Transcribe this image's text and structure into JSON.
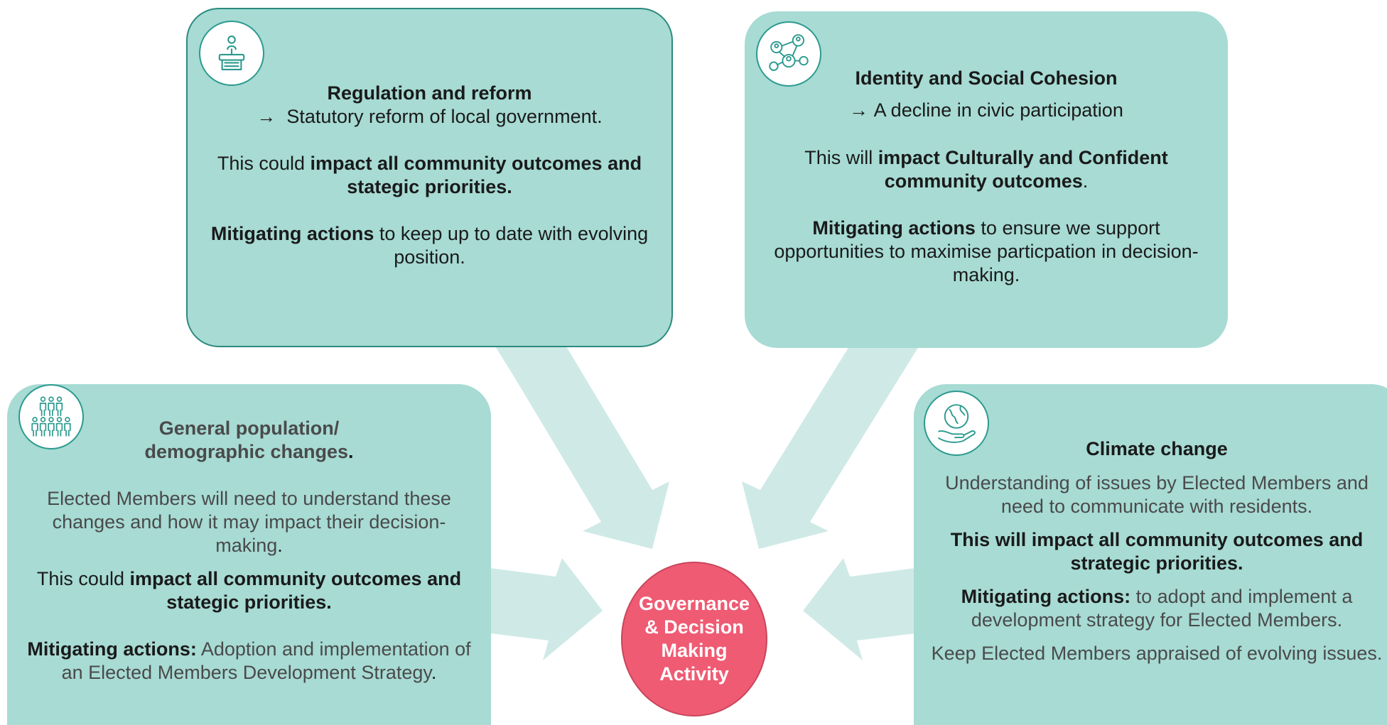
{
  "hub": {
    "label": "Governance & Decision Making Activity"
  },
  "boxes": {
    "regulation": {
      "title": "Regulation and reform",
      "arrow": "→",
      "subtitle": "Statutory reform of local government.",
      "impact_pre": "This could ",
      "impact_bold": "impact all community outcomes and stategic priorities.",
      "mitigation_bold": "Mitigating actions",
      "mitigation_text": " to keep up to date with evolving position.",
      "icon": "podium-speaker-icon"
    },
    "identity": {
      "title": "Identity and Social Cohesion",
      "arrow": "→",
      "subtitle": "A decline in civic participation",
      "impact_pre": "This will ",
      "impact_bold": "impact Culturally and Confident community outcomes",
      "impact_post": ".",
      "mitigation_bold": "Mitigating actions",
      "mitigation_text": " to ensure we support opportunities to maximise particpation in decision-making.",
      "icon": "network-people-icon"
    },
    "population": {
      "title_line1": "General population/",
      "title_line2": "demographic changes",
      "title_dot": ".",
      "body": "Elected Members will need to understand these changes and how it may impact their decision-making",
      "body_dot": ".",
      "impact_pre": "This could ",
      "impact_bold": "impact all community outcomes and stategic priorities.",
      "mitigation_bold": "Mitigating actions:",
      "mitigation_text": "  Adoption and implementation of an Elected Members Development Strategy",
      "mitigation_dot": ".",
      "icon": "population-group-icon"
    },
    "climate": {
      "title": "Climate change",
      "body": "Understanding of issues by Elected Members and need to communicate with residents.",
      "impact_bold": "This will impact all community outcomes and strategic priorities.",
      "mitigation_bold": "Mitigating actions:",
      "mitigation_text": " to adopt and implement a development strategy for Elected Members.",
      "extra": "Keep Elected Members appraised of evolving issues.",
      "icon": "globe-in-hand-icon"
    }
  },
  "colors": {
    "box_fill": "#a7dbd4",
    "arrow_fill": "#cfeae6",
    "hub_fill": "#ef5b73",
    "icon_stroke": "#2b9a8e"
  }
}
